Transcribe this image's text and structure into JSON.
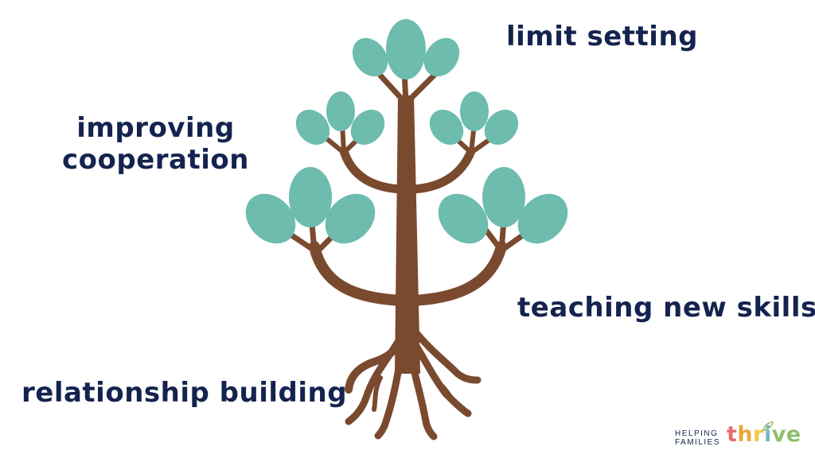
{
  "labels": {
    "limit_setting": "limit setting",
    "improving_line1": "improving",
    "improving_line2": "cooperation",
    "teaching": "teaching new skills",
    "relationship": "relationship building"
  },
  "logo": {
    "line1": "HELPING",
    "line2": "FAMILIES",
    "word_letters": [
      "t",
      "h",
      "r",
      "i",
      "v",
      "e"
    ],
    "letter_colors": [
      "#e96b6b",
      "#e9a83c",
      "#f2c84b",
      "#7ab7c0",
      "#8fbf6a",
      "#8fbf6a"
    ],
    "leaf_icon": "leaf-icon"
  },
  "colors": {
    "text": "#14234f",
    "trunk": "#7a4a2f",
    "leaf": "#6dbcae"
  }
}
